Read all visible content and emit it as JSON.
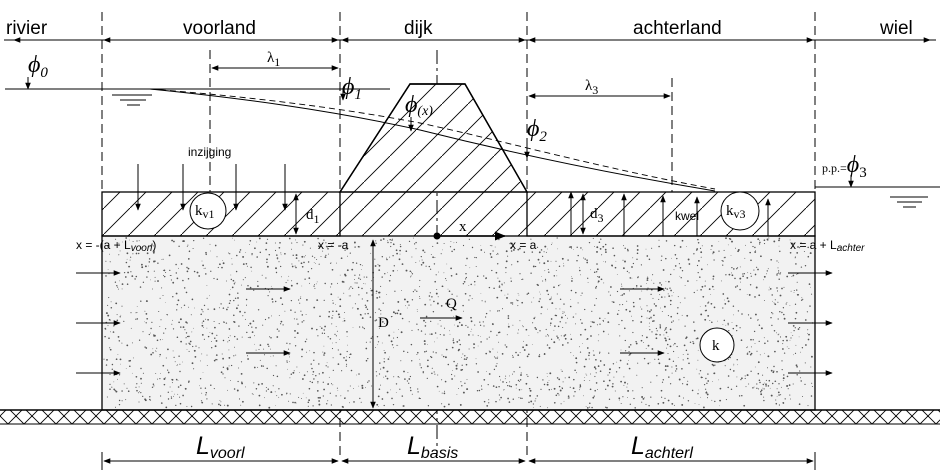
{
  "zones": {
    "rivier": "rivier",
    "voorland": "voorland",
    "dijk": "dijk",
    "achterland": "achterland",
    "wiel": "wiel"
  },
  "labels": {
    "phi0_sym": "ϕ",
    "phi0_sub": "0",
    "phi1_sym": "ϕ",
    "phi1_sub": "1",
    "phix_sym": "ϕ",
    "phix_sub": "(x)",
    "phi2_sym": "ϕ",
    "phi2_sub": "2",
    "phi3_pre": "p.p.=",
    "phi3_sym": "ϕ",
    "phi3_sub": "3",
    "lambda1_sym": "λ",
    "lambda1_sub": "1",
    "lambda3_sym": "λ",
    "lambda3_sub": "3",
    "inzijging": "inzijging",
    "kv1_sym": "k",
    "kv1_sub": "v1",
    "kv3_sym": "k",
    "kv3_sub": "v3",
    "kwel": "kwel",
    "d1_sym": "d",
    "d1_sub": "1",
    "d3_sym": "d",
    "d3_sub": "3",
    "x_axis": "x",
    "x_left_a": "x = -(a + L",
    "x_left_sub": "voorl",
    "x_left_close": ")",
    "x_minus_a": "x = -a",
    "x_a": "x = a",
    "x_right_a": "x = a + L",
    "x_right_sub": "achter",
    "D": "D",
    "Q": "Q",
    "k": "k"
  },
  "bottom": {
    "voorl_L": "L",
    "voorl_sub": "voorl",
    "basis_L": "L",
    "basis_sub": "basis",
    "achterl_L": "L",
    "achterl_sub": "achterl"
  }
}
